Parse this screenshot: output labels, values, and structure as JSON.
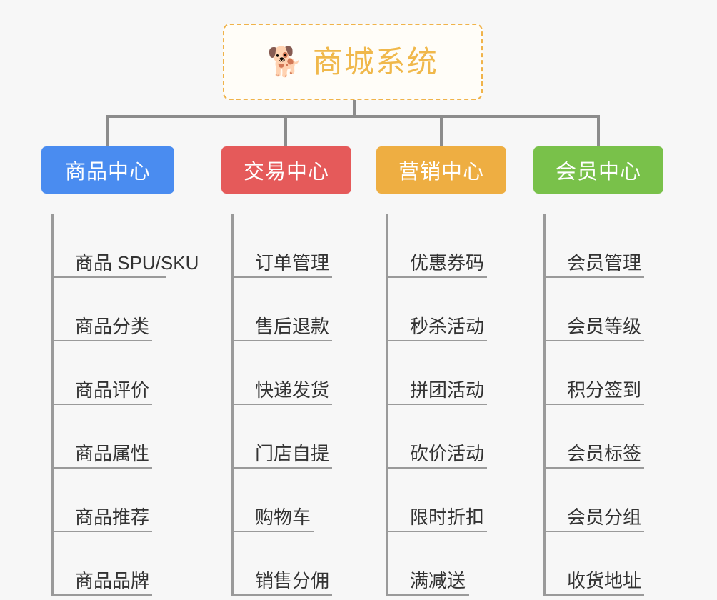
{
  "diagram": {
    "type": "mind-map",
    "background_color": "#f7f7f7",
    "root": {
      "icon": "shiba-dog-emoji",
      "icon_glyph": "🐕",
      "title": "商城系统",
      "text_color": "#f0b84b",
      "border_color": "#f0b34a"
    },
    "connector_color": "#8c8c8c",
    "branches": [
      {
        "id": "product-center",
        "label": "商品中心",
        "color": "#4a8cf0",
        "items": [
          "商品 SPU/SKU",
          "商品分类",
          "商品评价",
          "商品属性",
          "商品推荐",
          "商品品牌"
        ]
      },
      {
        "id": "trade-center",
        "label": "交易中心",
        "color": "#e55a5a",
        "items": [
          "订单管理",
          "售后退款",
          "快递发货",
          "门店自提",
          "购物车",
          "销售分佣"
        ]
      },
      {
        "id": "marketing-center",
        "label": "营销中心",
        "color": "#eeae42",
        "items": [
          "优惠券码",
          "秒杀活动",
          "拼团活动",
          "砍价活动",
          "限时折扣",
          "满减送"
        ]
      },
      {
        "id": "member-center",
        "label": "会员中心",
        "color": "#79c14a",
        "items": [
          "会员管理",
          "会员等级",
          "积分签到",
          "会员标签",
          "会员分组",
          "收货地址"
        ]
      }
    ]
  }
}
